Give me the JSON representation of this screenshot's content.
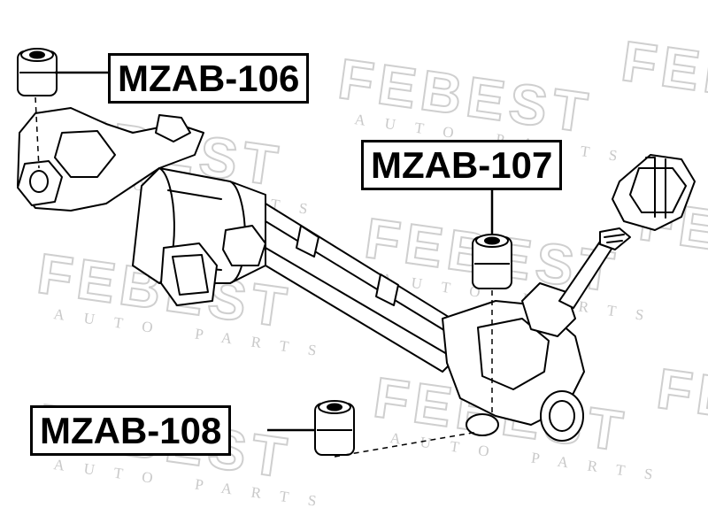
{
  "watermark": {
    "brand": "FEBEST",
    "sub": "AUTO PARTS",
    "color": "#cfcfcf"
  },
  "parts": [
    {
      "id": "106",
      "label": "MZAB-106"
    },
    {
      "id": "107",
      "label": "MZAB-107"
    },
    {
      "id": "108",
      "label": "MZAB-108"
    }
  ],
  "colors": {
    "line": "#000000",
    "background": "#ffffff",
    "watermark": "#cfcfcf"
  }
}
